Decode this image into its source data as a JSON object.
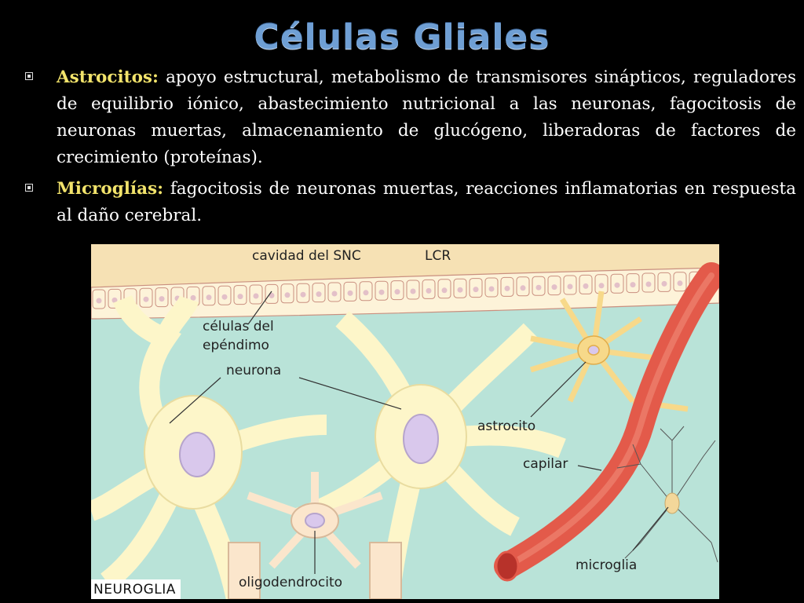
{
  "slide": {
    "title": "Células Gliales",
    "bullets": [
      {
        "term": "Astrocitos:",
        "text": " apoyo estructural, metabolismo de transmisores sinápticos, reguladores de equilibrio iónico, abastecimiento nutricional a las neuronas, fagocitosis de neuronas muertas, almacenamiento de glucógeno, liberadoras de factores de crecimiento (proteínas)."
      },
      {
        "term": "Microglías:",
        "text": " fagocitosis de neuronas muertas, reacciones inflamatorias en respuesta al daño cerebral."
      }
    ]
  },
  "figure": {
    "labels": {
      "cavidad": "cavidad del SNC",
      "lcr": "LCR",
      "ependimo_1": "células del",
      "ependimo_2": "epéndimo",
      "neurona": "neurona",
      "astrocito": "astrocito",
      "capilar": "capilar",
      "microglia": "microglia",
      "oligodendrocito": "oligodendrocito",
      "neuroglia": "NEUROGLIA"
    },
    "colors": {
      "background": "#b9e3d8",
      "csf": "#f6e1b4",
      "cell_body": "#fdf6c9",
      "cell_outline": "#d4c48a",
      "nucleus": "#d9c8ec",
      "capillary": "#e35a4a",
      "astrocyte": "#f7d98a",
      "title": "#6f9fd4",
      "term": "#f2e36b"
    }
  }
}
